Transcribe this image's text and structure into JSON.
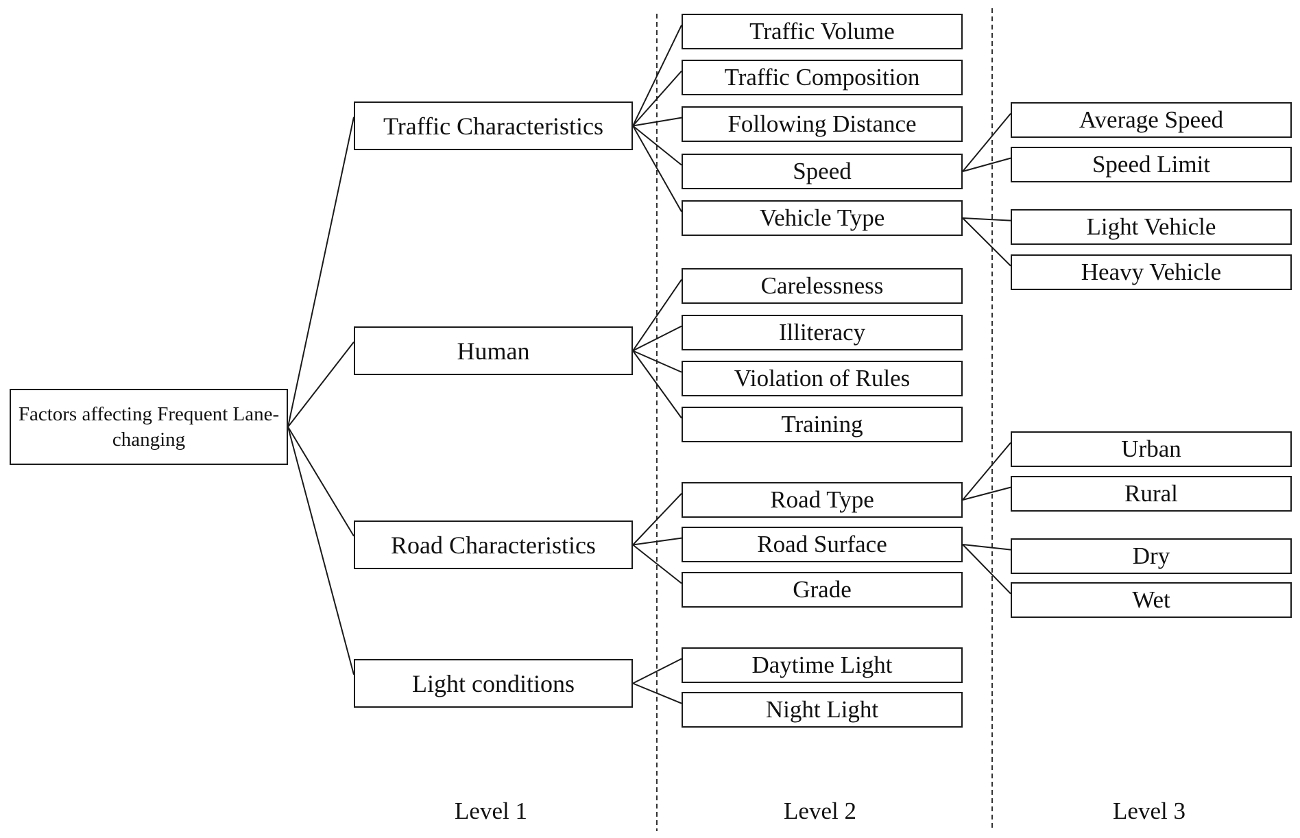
{
  "root": {
    "label": "Factors affecting Frequent Lane-changing"
  },
  "level_labels": [
    "Level 1",
    "Level 2",
    "Level 3"
  ],
  "tree": [
    {
      "label": "Traffic Characteristics",
      "children": [
        {
          "label": "Traffic Volume"
        },
        {
          "label": "Traffic Composition"
        },
        {
          "label": "Following Distance"
        },
        {
          "label": "Speed",
          "children": [
            {
              "label": "Average Speed"
            },
            {
              "label": "Speed Limit"
            }
          ]
        },
        {
          "label": "Vehicle Type",
          "children": [
            {
              "label": "Light Vehicle"
            },
            {
              "label": "Heavy Vehicle"
            }
          ]
        }
      ]
    },
    {
      "label": "Human",
      "children": [
        {
          "label": "Carelessness"
        },
        {
          "label": "Illiteracy"
        },
        {
          "label": "Violation of Rules"
        },
        {
          "label": "Training"
        }
      ]
    },
    {
      "label": "Road Characteristics",
      "children": [
        {
          "label": "Road Type",
          "children": [
            {
              "label": "Urban"
            },
            {
              "label": "Rural"
            }
          ]
        },
        {
          "label": "Road Surface",
          "children": [
            {
              "label": "Dry"
            },
            {
              "label": "Wet"
            }
          ]
        },
        {
          "label": "Grade"
        }
      ]
    },
    {
      "label": "Light conditions",
      "children": [
        {
          "label": "Daytime Light"
        },
        {
          "label": "Night Light"
        }
      ]
    }
  ]
}
